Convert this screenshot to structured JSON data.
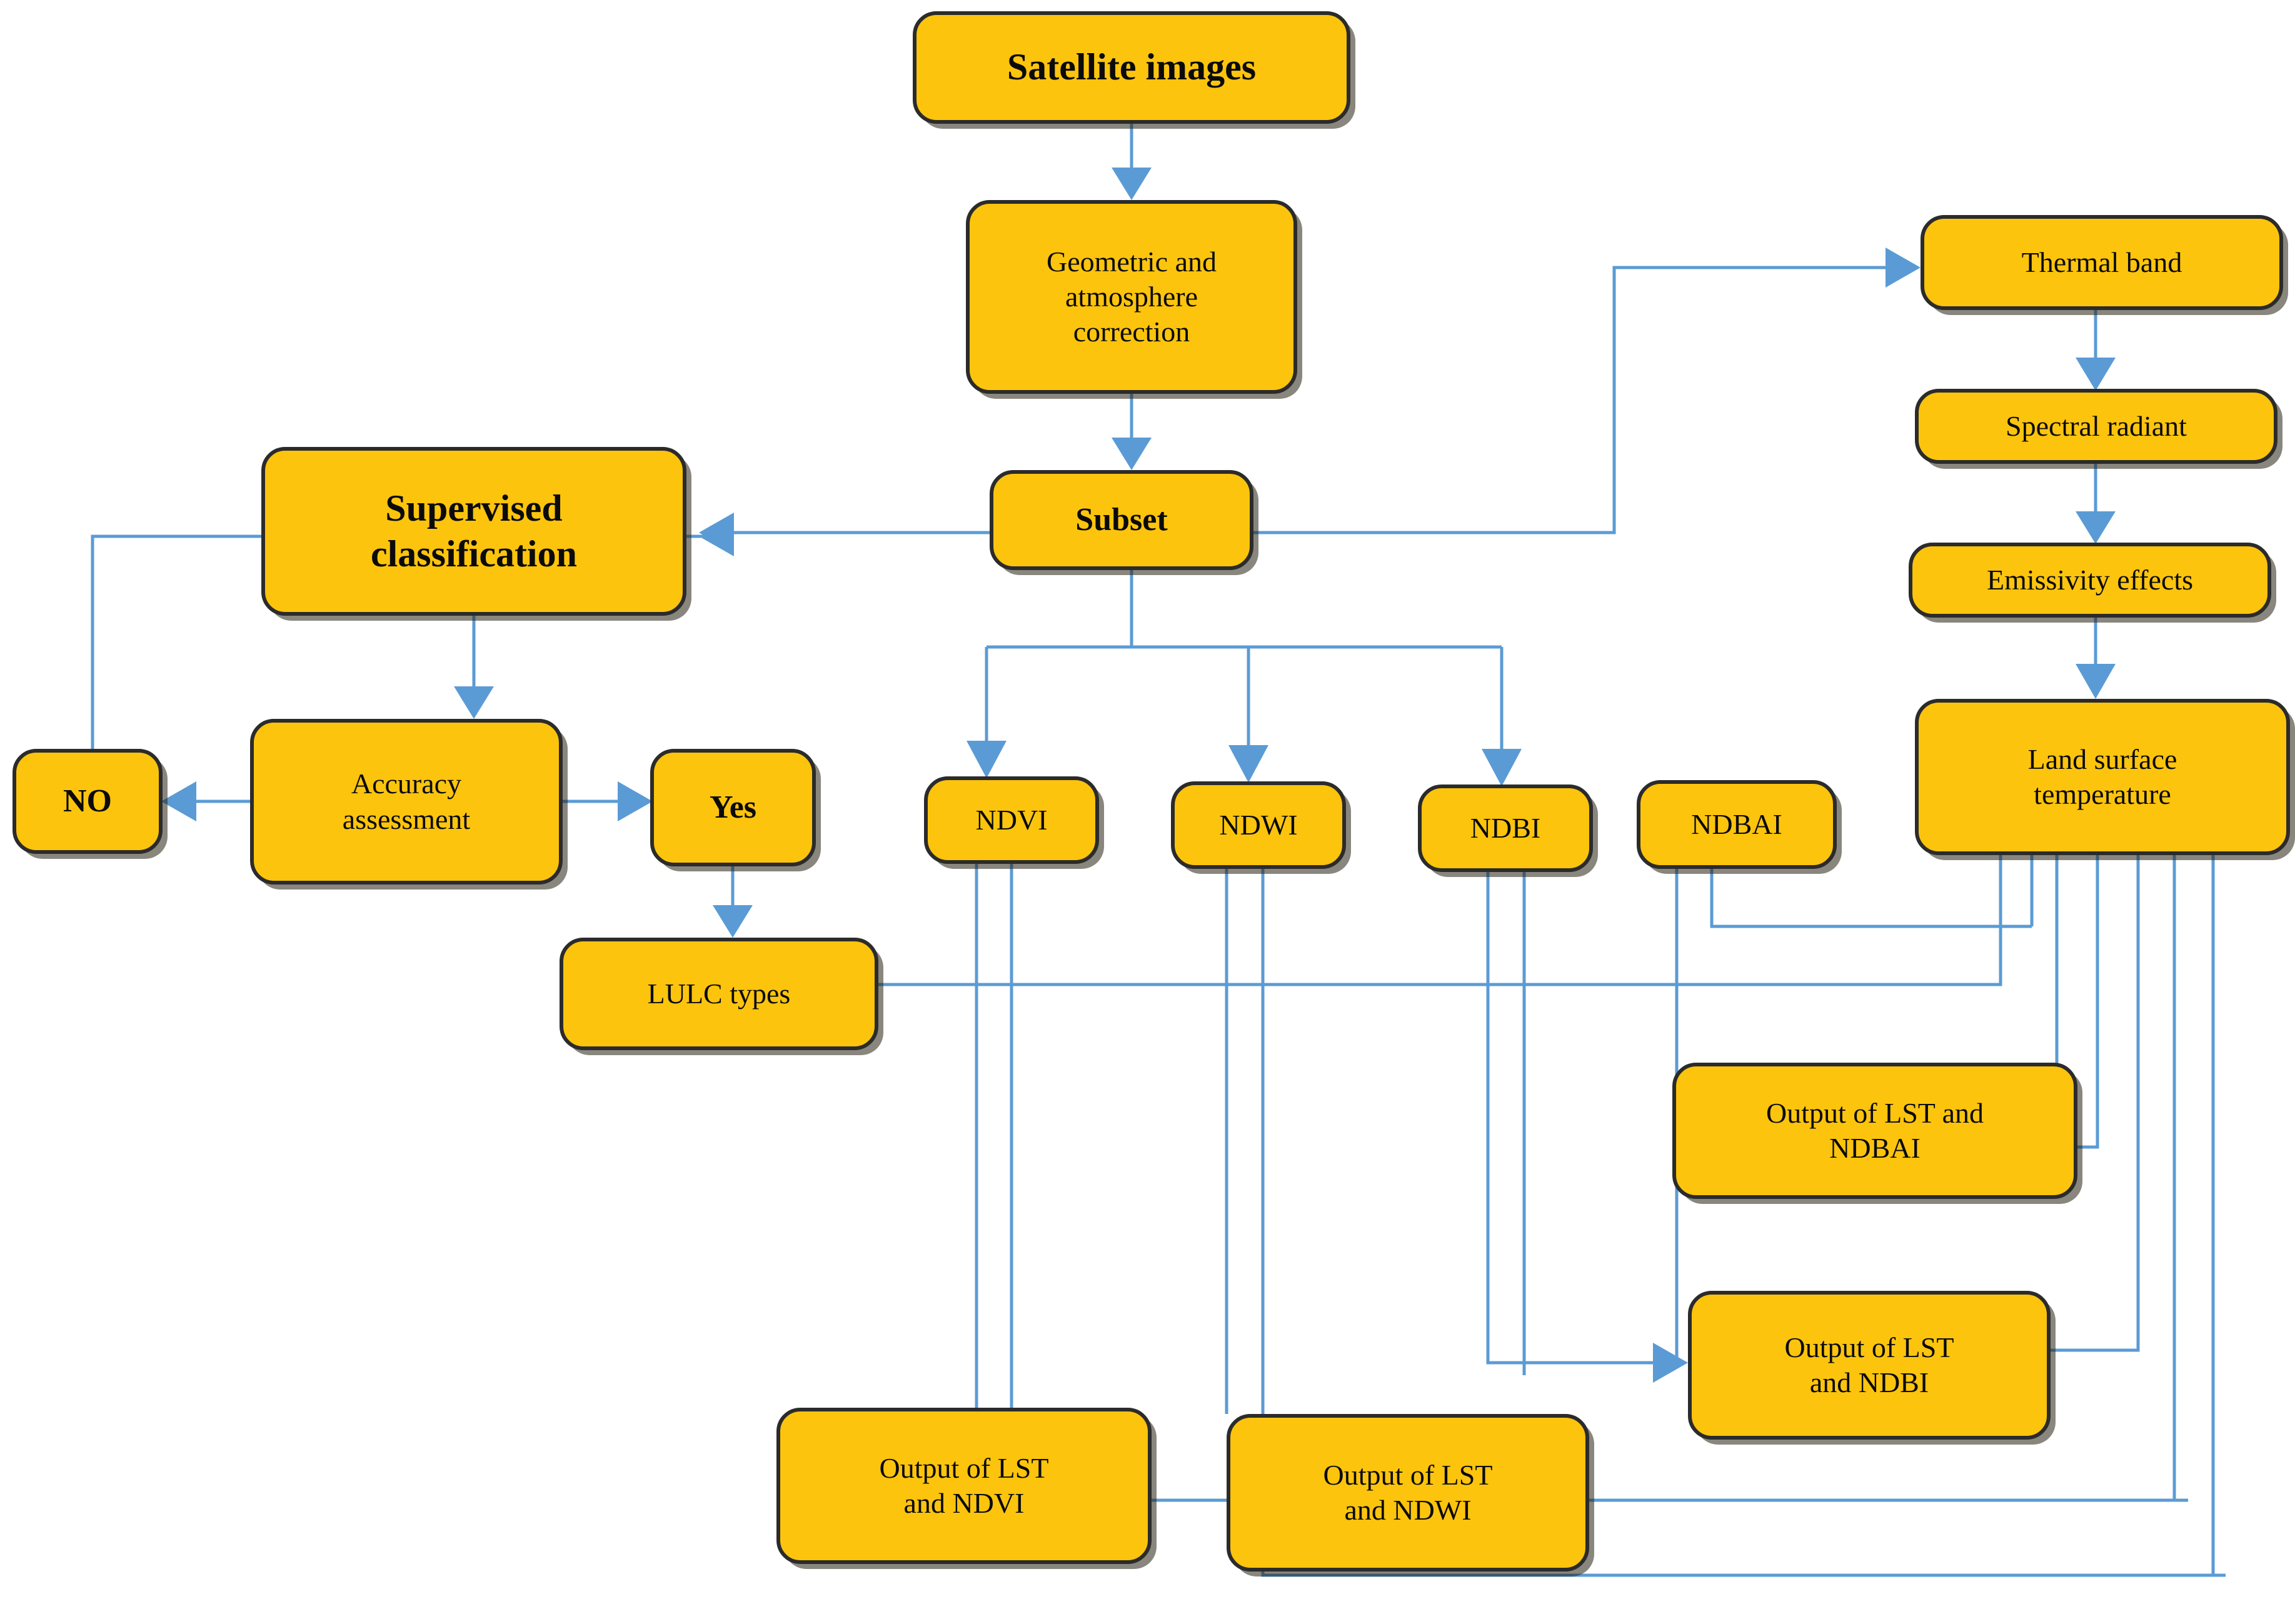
{
  "diagram": {
    "title": "Satellite image processing and LST index correlation workflow",
    "colors": {
      "node_fill": "#FCC40D",
      "node_border": "#2b2b2b",
      "connector": "#5B9BD5",
      "background": "#ffffff",
      "text": "#0b0b0b"
    },
    "nodes": [
      {
        "id": "satellite-images",
        "label": "Satellite images"
      },
      {
        "id": "geometric-correction",
        "label": "Geometric and\natmosphere\ncorrection"
      },
      {
        "id": "subset",
        "label": "Subset"
      },
      {
        "id": "supervised-classification",
        "label": "Supervised\nclassification"
      },
      {
        "id": "accuracy-assessment",
        "label": "Accuracy\nassessment"
      },
      {
        "id": "no",
        "label": "NO"
      },
      {
        "id": "yes",
        "label": "Yes"
      },
      {
        "id": "lulc-types",
        "label": "LULC types"
      },
      {
        "id": "ndvi",
        "label": "NDVI"
      },
      {
        "id": "ndwi",
        "label": "NDWI"
      },
      {
        "id": "ndbi",
        "label": "NDBI"
      },
      {
        "id": "ndbai",
        "label": "NDBAI"
      },
      {
        "id": "thermal-band",
        "label": "Thermal band"
      },
      {
        "id": "spectral-radiant",
        "label": "Spectral radiant"
      },
      {
        "id": "emissivity-effects",
        "label": "Emissivity effects"
      },
      {
        "id": "land-surface-temperature",
        "label": "Land surface\ntemperature"
      },
      {
        "id": "output-lst-ndbai",
        "label": "Output of LST and\nNDBAI"
      },
      {
        "id": "output-lst-ndbi",
        "label": "Output of LST\nand NDBI"
      },
      {
        "id": "output-lst-ndvi",
        "label": "Output of LST\nand NDVI"
      },
      {
        "id": "output-lst-ndwi",
        "label": "Output of LST\nand NDWI"
      }
    ],
    "edges": [
      {
        "from": "satellite-images",
        "to": "geometric-correction"
      },
      {
        "from": "geometric-correction",
        "to": "subset"
      },
      {
        "from": "subset",
        "to": "supervised-classification"
      },
      {
        "from": "subset",
        "to": "thermal-band"
      },
      {
        "from": "subset",
        "to": "ndvi"
      },
      {
        "from": "subset",
        "to": "ndwi"
      },
      {
        "from": "subset",
        "to": "ndbi"
      },
      {
        "from": "supervised-classification",
        "to": "accuracy-assessment"
      },
      {
        "from": "accuracy-assessment",
        "to": "no"
      },
      {
        "from": "accuracy-assessment",
        "to": "yes"
      },
      {
        "from": "no",
        "to": "supervised-classification"
      },
      {
        "from": "yes",
        "to": "lulc-types"
      },
      {
        "from": "thermal-band",
        "to": "spectral-radiant"
      },
      {
        "from": "spectral-radiant",
        "to": "emissivity-effects"
      },
      {
        "from": "emissivity-effects",
        "to": "land-surface-temperature"
      },
      {
        "from": "lulc-types",
        "to": "land-surface-temperature"
      },
      {
        "from": "ndvi",
        "to": "output-lst-ndvi"
      },
      {
        "from": "ndwi",
        "to": "output-lst-ndwi"
      },
      {
        "from": "ndbi",
        "to": "output-lst-ndbi"
      },
      {
        "from": "ndbai",
        "to": "output-lst-ndbai"
      },
      {
        "from": "land-surface-temperature",
        "to": "output-lst-ndbai"
      },
      {
        "from": "land-surface-temperature",
        "to": "output-lst-ndbi"
      },
      {
        "from": "land-surface-temperature",
        "to": "output-lst-ndvi"
      },
      {
        "from": "land-surface-temperature",
        "to": "output-lst-ndwi"
      }
    ]
  }
}
